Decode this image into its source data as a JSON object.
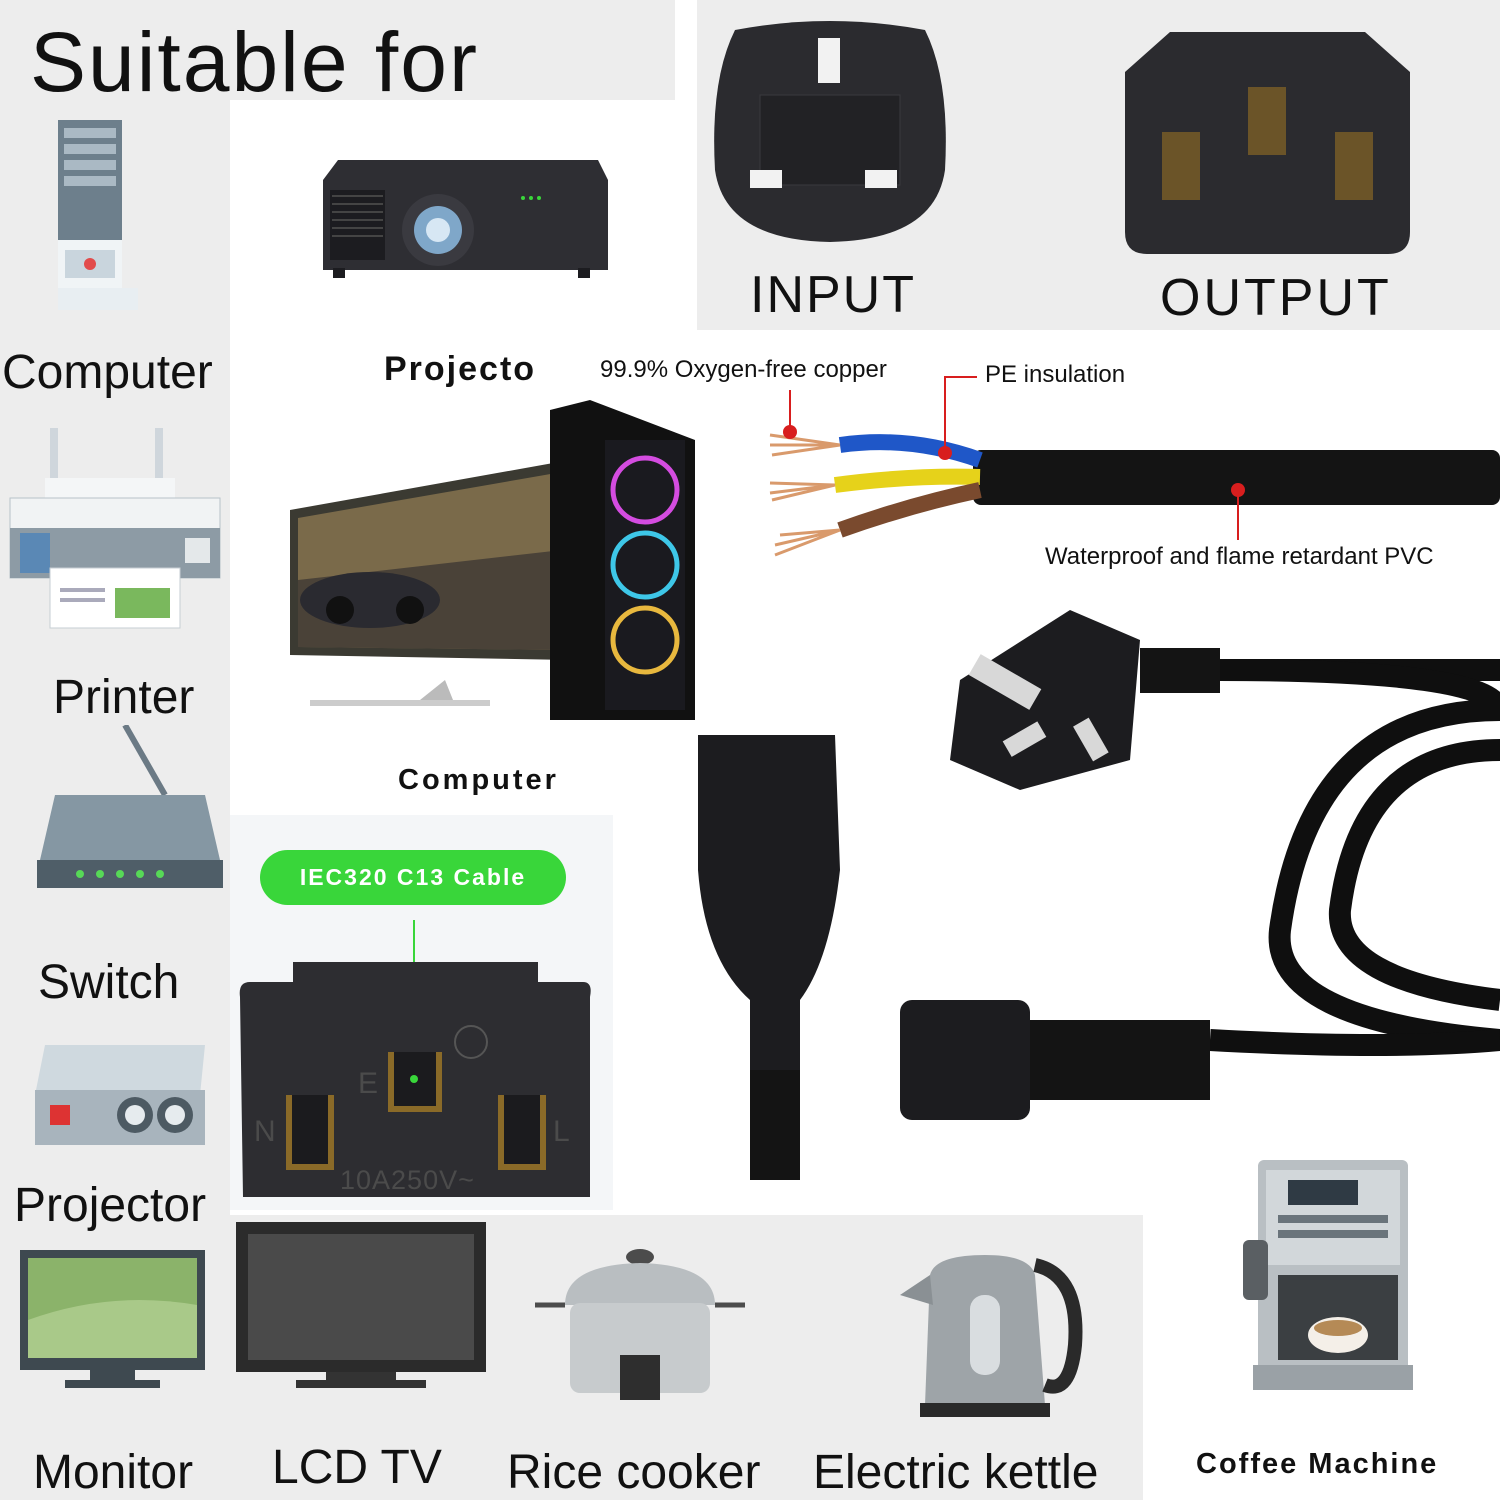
{
  "heading": "Suitable for",
  "left_column": {
    "computer": "Computer",
    "printer": "Printer",
    "switch": "Switch",
    "projector": "Projector"
  },
  "center": {
    "projector_caption": "Projecto",
    "computer_caption": "Computer",
    "cable_badge": "IEC320 C13 Cable",
    "socket_marks": {
      "earth": "E",
      "neutral": "N",
      "live": "L",
      "rating": "10A250V~"
    }
  },
  "connectors": {
    "input": "INPUT",
    "output": "OUTPUT"
  },
  "cable_callouts": {
    "copper": "99.9% Oxygen-free copper",
    "insulation": "PE insulation",
    "jacket": "Waterproof and flame retardant PVC"
  },
  "bottom_row": {
    "monitor": "Monitor",
    "lcd_tv": "LCD TV",
    "rice_cooker": "Rice cooker",
    "kettle": "Electric kettle",
    "coffee": "Coffee Machine"
  },
  "colors": {
    "badge_green": "#39d63a",
    "marker_red": "#d81e1e",
    "wire_blue": "#1f57c8",
    "wire_yellow": "#e6d21a",
    "wire_brown": "#7a4a2e",
    "copper": "#d99a6c"
  }
}
